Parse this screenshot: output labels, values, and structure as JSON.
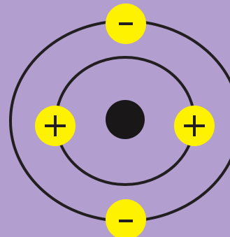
{
  "diagram": {
    "colors": {
      "background": "#b39fcf",
      "orbit_stroke": "#231f20",
      "nucleus": "#1a1718",
      "particle_fill": "#fff200",
      "sign_stroke": "#231f20"
    },
    "nucleus": {
      "icon": "nucleus-dot"
    },
    "particles": [
      {
        "charge": "negative",
        "icon": "minus-sign",
        "orbit": "outer",
        "position": "top"
      },
      {
        "charge": "positive",
        "icon": "plus-sign",
        "orbit": "inner",
        "position": "left"
      },
      {
        "charge": "positive",
        "icon": "plus-sign",
        "orbit": "inner",
        "position": "right"
      },
      {
        "charge": "negative",
        "icon": "minus-sign",
        "orbit": "outer",
        "position": "bottom"
      }
    ]
  }
}
